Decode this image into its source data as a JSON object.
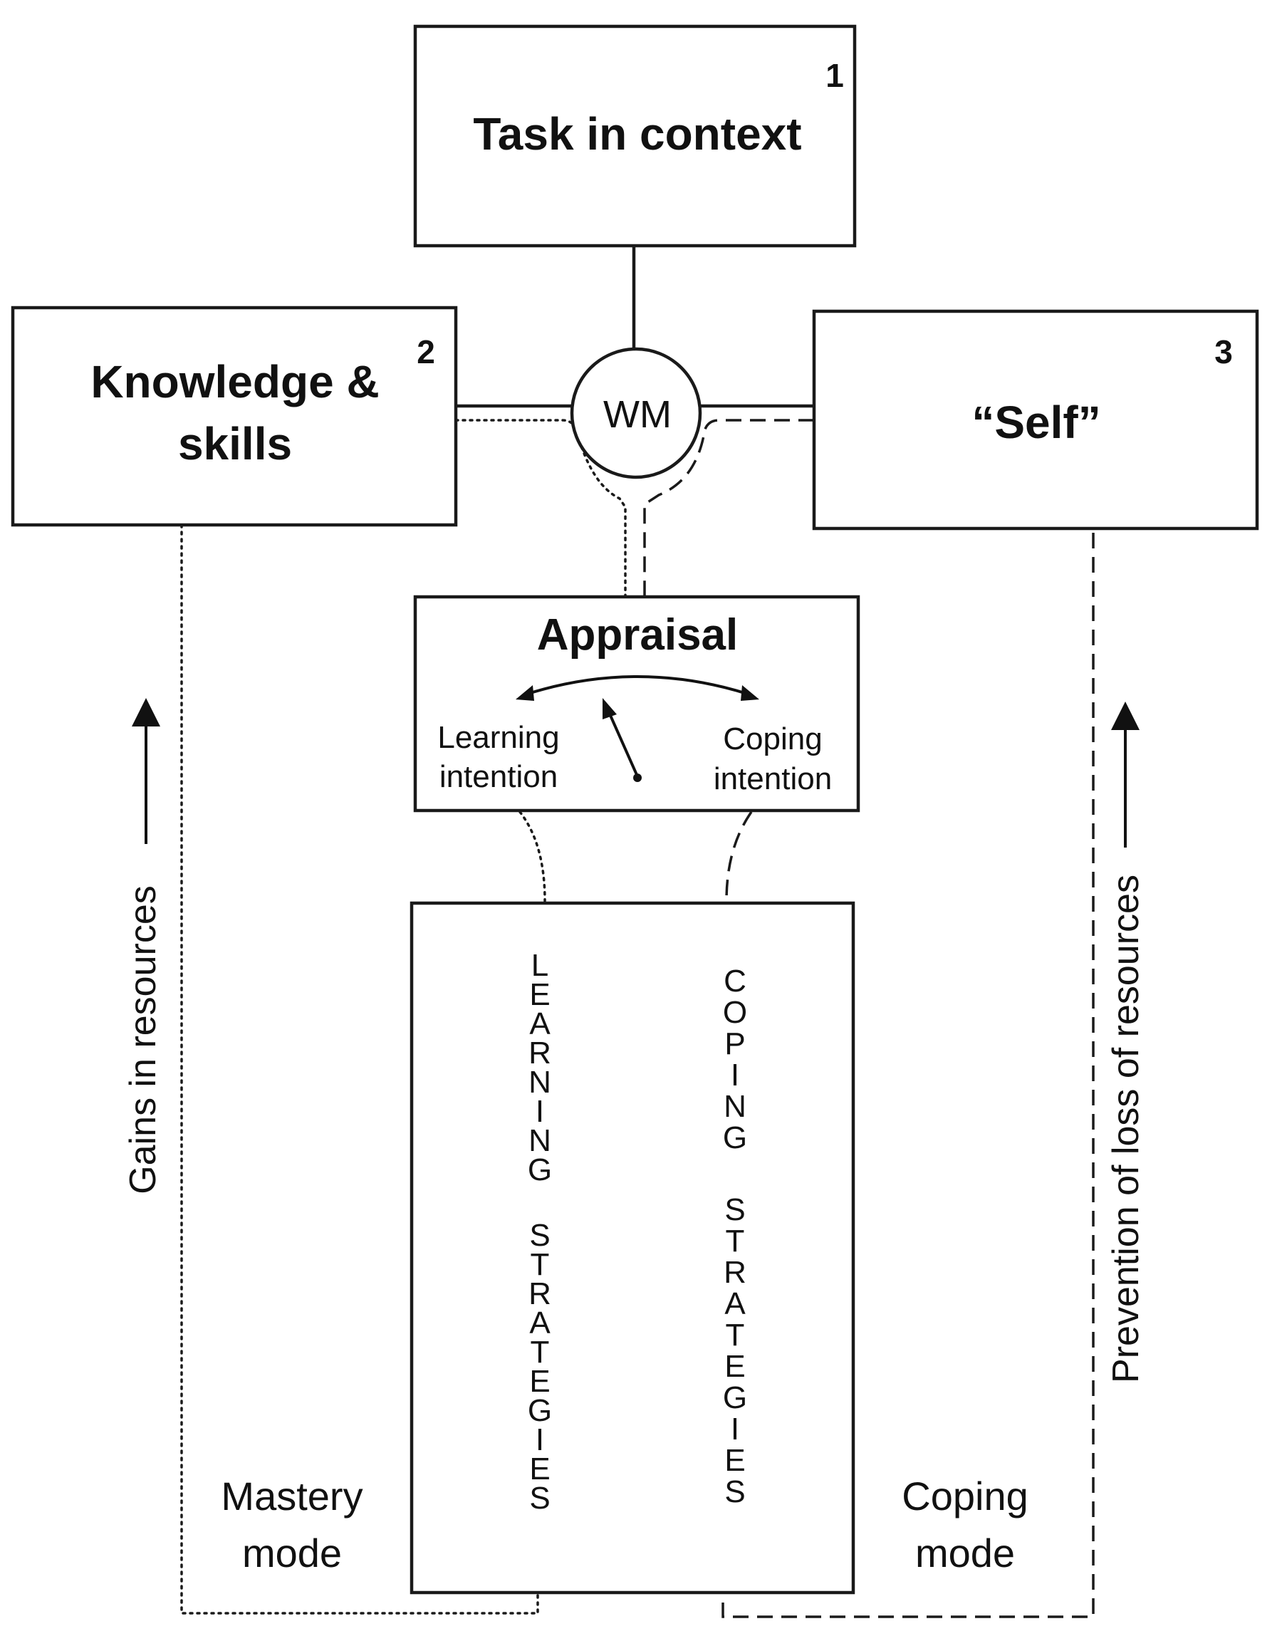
{
  "boxes": {
    "task": {
      "title": "Task in context",
      "number": "1"
    },
    "knowledge": {
      "title_line1": "Knowledge &",
      "title_line2": "skills",
      "number": "2"
    },
    "self": {
      "title": "“Self”",
      "number": "3"
    },
    "wm": {
      "label": "WM"
    },
    "appraisal": {
      "title": "Appraisal",
      "learning_line1": "Learning",
      "learning_line2": "intention",
      "coping_line1": "Coping",
      "coping_line2": "intention"
    },
    "strategies": {
      "learning_word1": "LEARNING",
      "learning_word2": "STRATEGIES",
      "coping_word1": "COPING",
      "coping_word2": "STRATEGIES"
    }
  },
  "side_labels": {
    "gains": "Gains in resources",
    "prevention": "Prevention of loss of resources",
    "mastery_line1": "Mastery",
    "mastery_line2": "mode",
    "coping_mode_line1": "Coping",
    "coping_mode_line2": "mode"
  },
  "colors": {
    "ink": "#111111",
    "background": "#ffffff"
  }
}
